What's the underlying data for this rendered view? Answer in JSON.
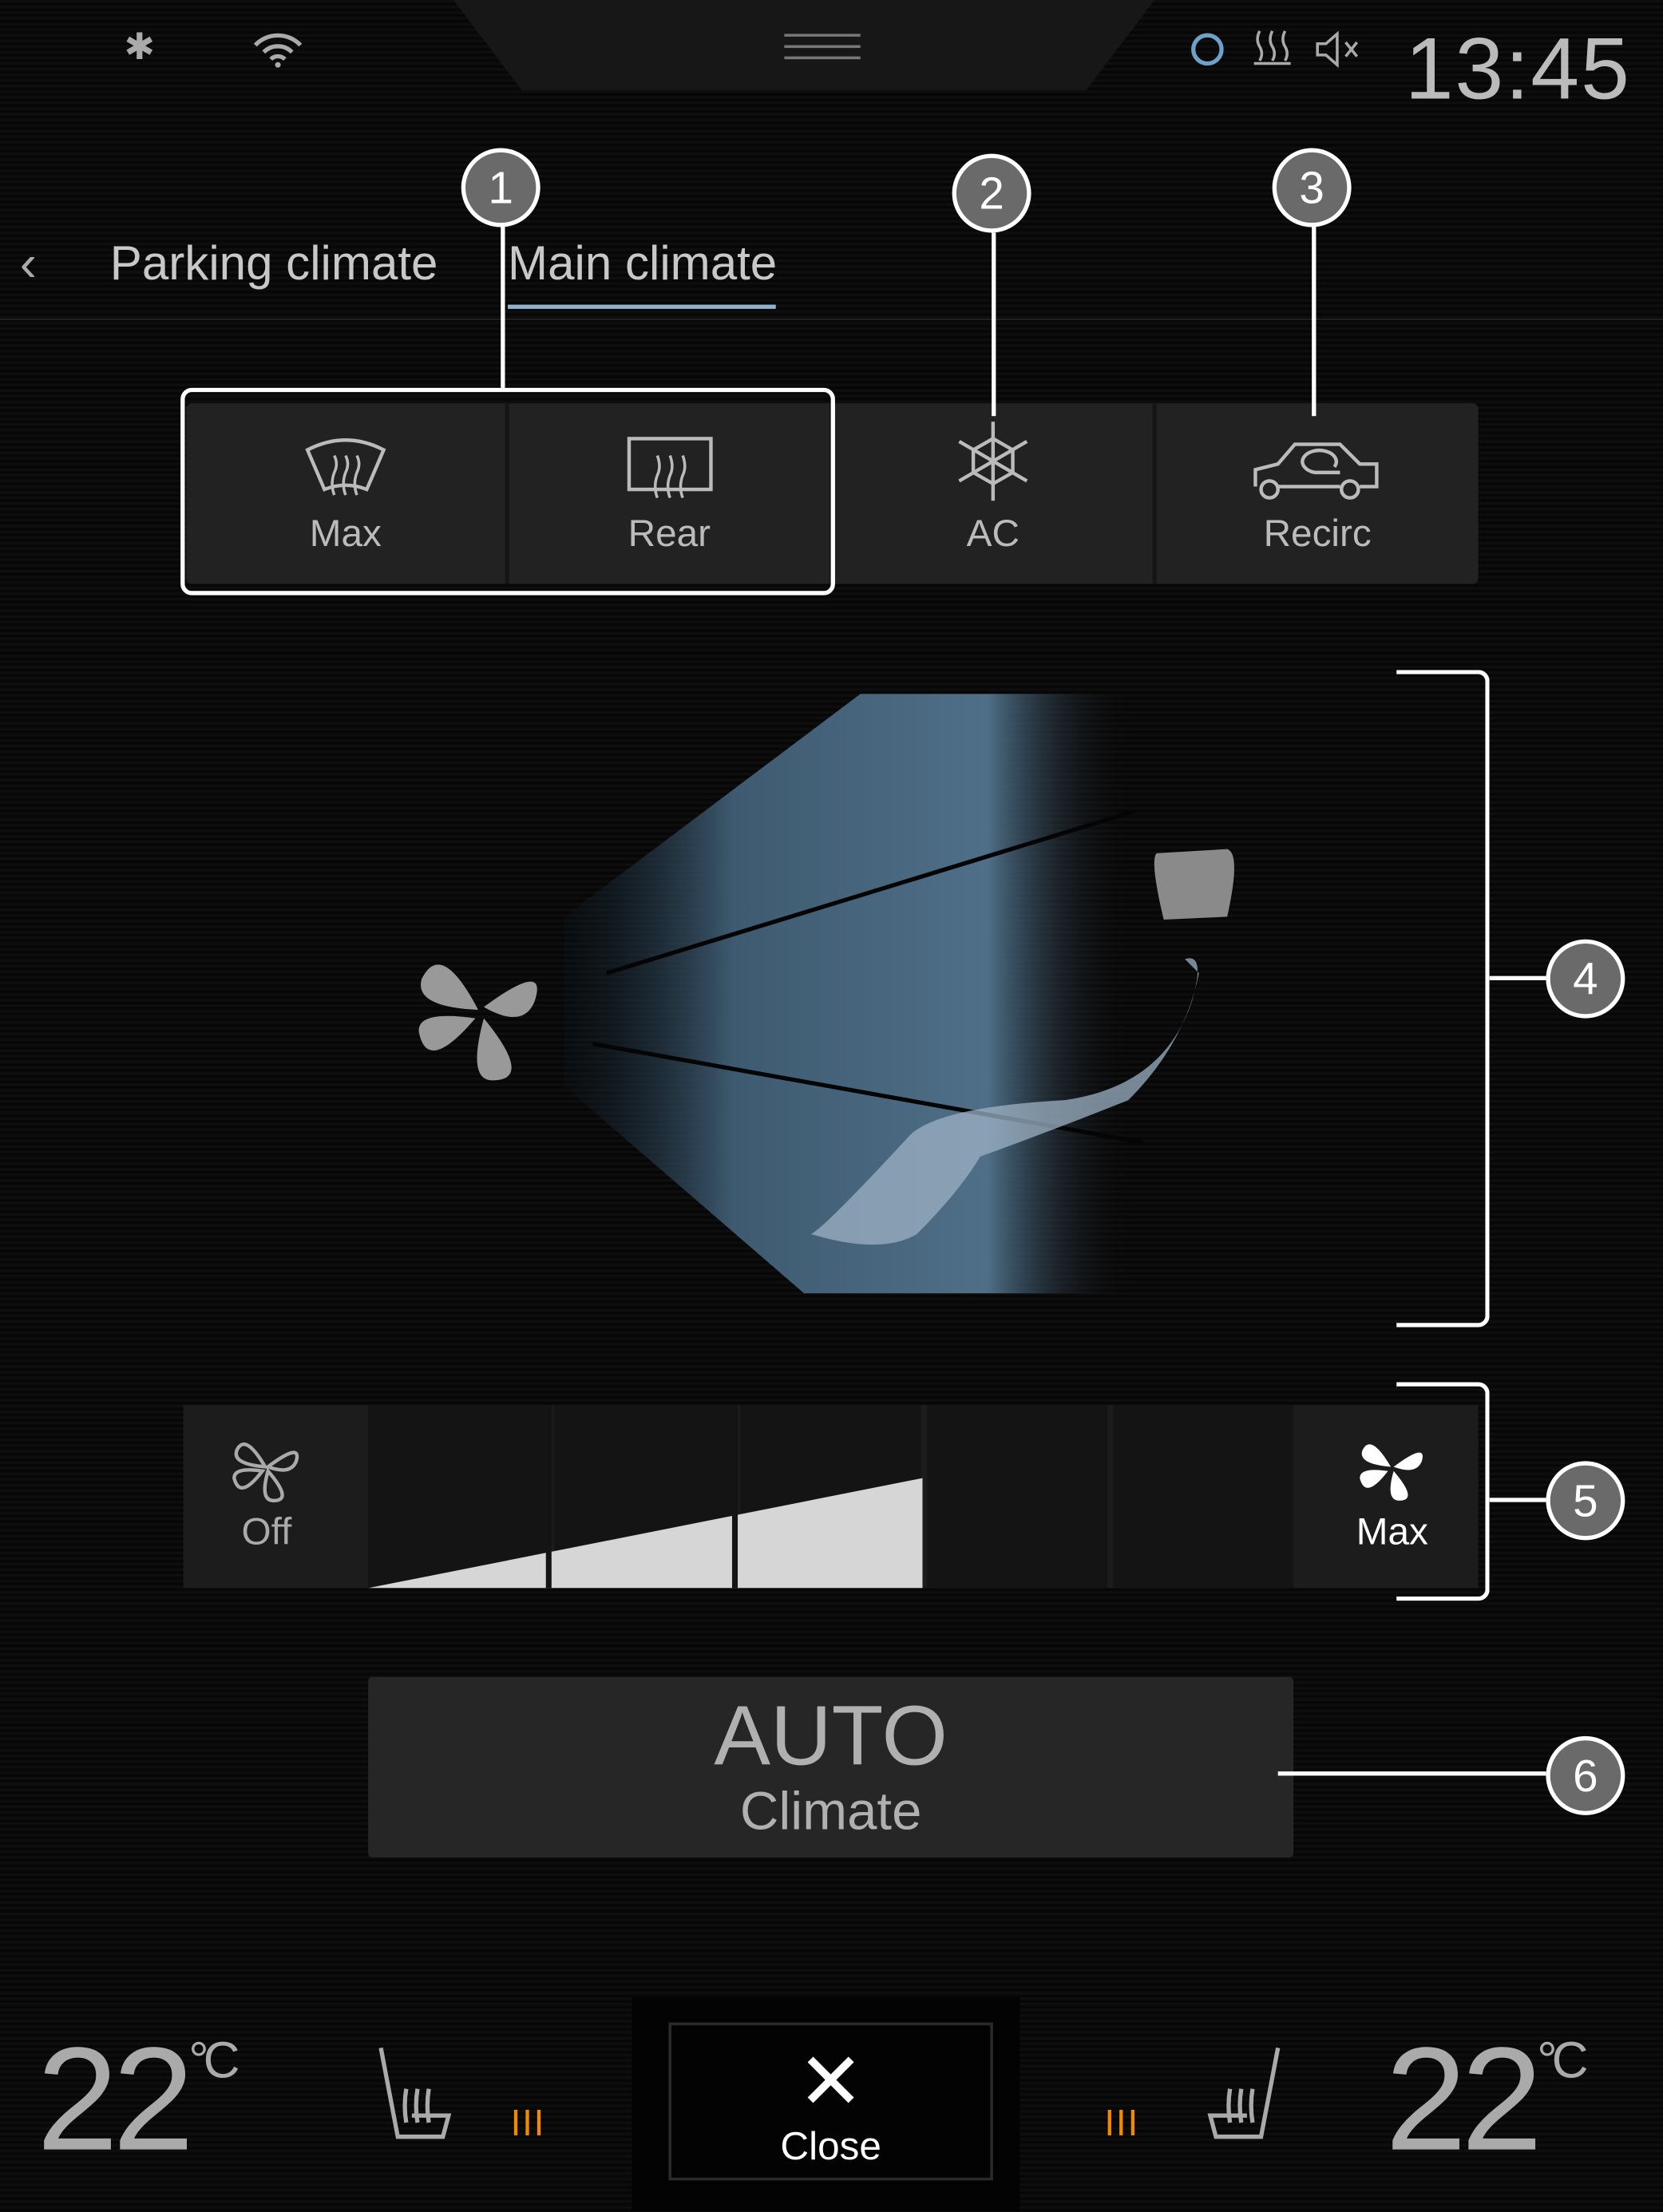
{
  "status_bar": {
    "clock": "13:45",
    "icons": [
      "bluetooth-icon",
      "wifi-icon",
      "sync-icon",
      "heated-seat-status-icon",
      "mute-icon"
    ]
  },
  "tabs": [
    {
      "label": "Parking climate",
      "active": false
    },
    {
      "label": "Main climate",
      "active": true
    }
  ],
  "buttons": [
    {
      "label": "Max",
      "icon": "windshield-defrost-icon"
    },
    {
      "label": "Rear",
      "icon": "rear-defrost-icon"
    },
    {
      "label": "AC",
      "icon": "snowflake-icon"
    },
    {
      "label": "Recirc",
      "icon": "recirculation-icon"
    }
  ],
  "callouts": [
    "1",
    "2",
    "3",
    "4",
    "5",
    "6"
  ],
  "fan": {
    "off_label": "Off",
    "max_label": "Max",
    "level": 3,
    "levels": 5
  },
  "auto": {
    "title": "AUTO",
    "subtitle": "Climate"
  },
  "bottom": {
    "left_temp": "22",
    "right_temp": "22",
    "unit": "°C",
    "left_seat_heat": "III",
    "right_seat_heat": "III",
    "close_label": "Close"
  },
  "colors": {
    "accent": "#8fb3cf",
    "heat": "#f08a00"
  }
}
